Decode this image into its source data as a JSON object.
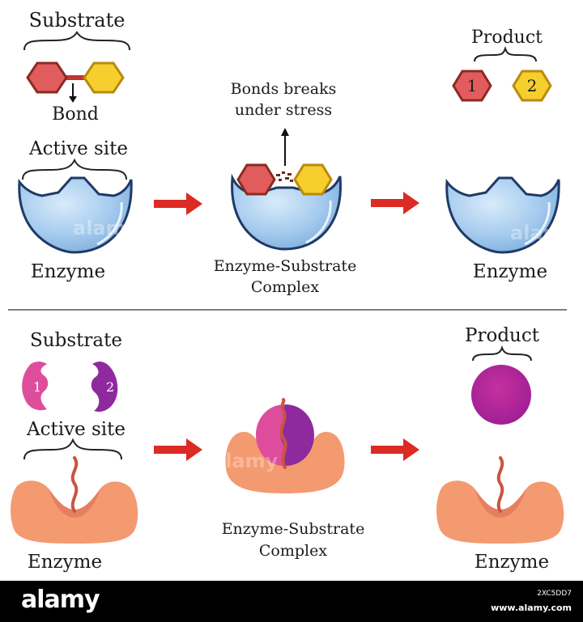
{
  "top_panel": {
    "substrate": "Substrate",
    "bond": "Bond",
    "active_site": "Active site",
    "bonds_break_line1": "Bonds breaks",
    "bonds_break_line2": "under stress",
    "product": "Product",
    "product_1": "1",
    "product_2": "2",
    "enzyme_left": "Enzyme",
    "complex_line1": "Enzyme-Substrate",
    "complex_line2": "Complex",
    "enzyme_right": "Enzyme"
  },
  "bottom_panel": {
    "substrate": "Substrate",
    "piece_1": "1",
    "piece_2": "2",
    "active_site": "Active site",
    "product": "Product",
    "enzyme_left": "Enzyme",
    "complex_line1": "Enzyme-Substrate",
    "complex_line2": "Complex",
    "enzyme_right": "Enzyme"
  },
  "watermark": "alamy",
  "footer": {
    "brand": "alamy",
    "image_id": "2XC5DD7",
    "site": "www.alamy.com"
  },
  "colors": {
    "hexagon_red": "#e15d5d",
    "hexagon_yellow": "#f6cf2f",
    "enzyme_blue": "#9fc6ea",
    "enzyme_orange": "#f49a70",
    "substrate_pink": "#de4d9b",
    "substrate_purple": "#8e2a9e",
    "product_purple": "#b3259e",
    "arrow_red": "#dc2a24"
  }
}
